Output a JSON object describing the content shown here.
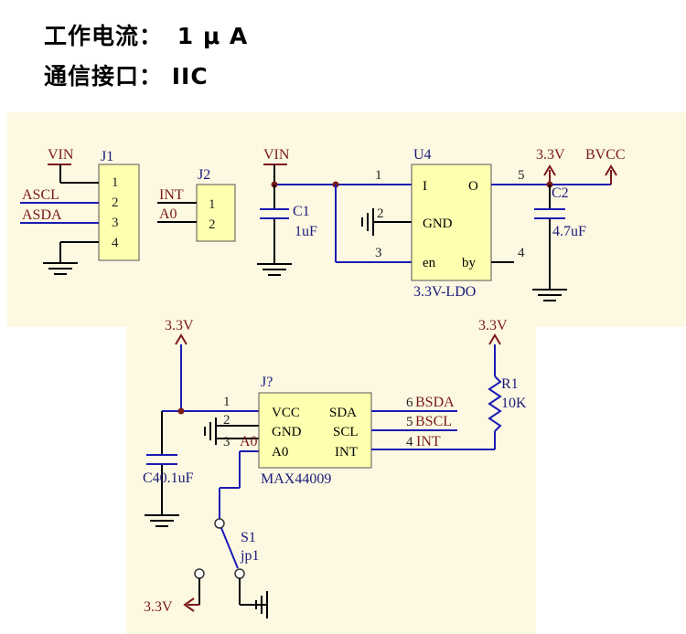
{
  "header": {
    "line1_label": "工作电流：",
    "line1_value": "1 μ A",
    "line2_label": "通信接口：",
    "line2_value": "IIC"
  },
  "colors": {
    "panel_bg": "#fdf8e2",
    "component_fill": "#ffffb0",
    "wire": "#1a1ab4",
    "net_label": "#7a1a1a",
    "designator": "#1a1a7a"
  },
  "components": {
    "j1": {
      "designator": "J1",
      "pins": [
        "1",
        "2",
        "3",
        "4"
      ]
    },
    "j2": {
      "designator": "J2",
      "pins": [
        "1",
        "2"
      ]
    },
    "c1": {
      "designator": "C1",
      "value": "1uF"
    },
    "u4": {
      "designator": "U4",
      "name": "3.3V-LDO",
      "pin_labels": {
        "in": "I",
        "out": "O",
        "gnd": "GND",
        "en": "en",
        "by": "by"
      },
      "pin_numbers": [
        "1",
        "2",
        "3",
        "4",
        "5"
      ]
    },
    "c2": {
      "designator": "C2",
      "value": "4.7uF"
    },
    "jq": {
      "designator": "J?",
      "name": "MAX44009",
      "left_pins": [
        "VCC",
        "GND",
        "A0"
      ],
      "right_pins": [
        "SDA",
        "SCL",
        "INT"
      ],
      "pin_numbers": [
        "1",
        "2",
        "3",
        "6",
        "5",
        "4"
      ]
    },
    "r1": {
      "designator": "R1",
      "value": "10K"
    },
    "c4": {
      "label": "C40.1uF"
    },
    "s1": {
      "designator": "S1",
      "value": "jp1"
    }
  },
  "nets": {
    "vin": "VIN",
    "ascl": "ASCL",
    "asda": "ASDA",
    "int": "INT",
    "a0": "A0",
    "v33": "3.3V",
    "bvcc": "BVCC",
    "bsda": "BSDA",
    "bscl": "BSCL"
  }
}
